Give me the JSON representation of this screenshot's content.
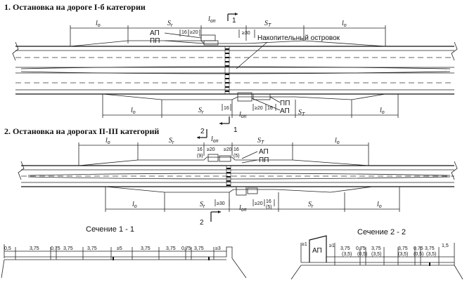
{
  "title1": "1. Остановка на дороге I-б категории",
  "title2": "2. Остановка на дорогах II-III категорий",
  "labels": {
    "lo": "l",
    "lo_sub": "o",
    "sr": "S",
    "sr_sub": "r",
    "st": "S",
    "st_sub": "T",
    "lon": "l",
    "lon_sub": "оп",
    "ap": "АП",
    "pp": "ПП",
    "island": "Накопительный островок",
    "d16": "16",
    "ge20": "≥20",
    "ge30": "≥30",
    "p9": "(9)",
    "p5": "(5)",
    "one": "1",
    "two": "2"
  },
  "section1": {
    "title": "Сечение 1 - 1",
    "dims": [
      "0,5",
      "3,75",
      "0,75",
      "3,75",
      "3,75",
      "≥5",
      "3,75",
      "3,75",
      "0,75",
      "3,75",
      "≥3"
    ]
  },
  "section2": {
    "title": "Сечение 2 - 2",
    "ap": "АП",
    "dims_top": [
      "≥1",
      "≥1",
      "3,75",
      "0,75",
      "3,75",
      "3,75",
      "0,75",
      "3,75",
      "1,5"
    ],
    "dims_bottom": [
      "(3,5)",
      "(0,5)",
      "(3,5)",
      "(3,5)",
      "(0,5)",
      "(3,5)"
    ]
  }
}
